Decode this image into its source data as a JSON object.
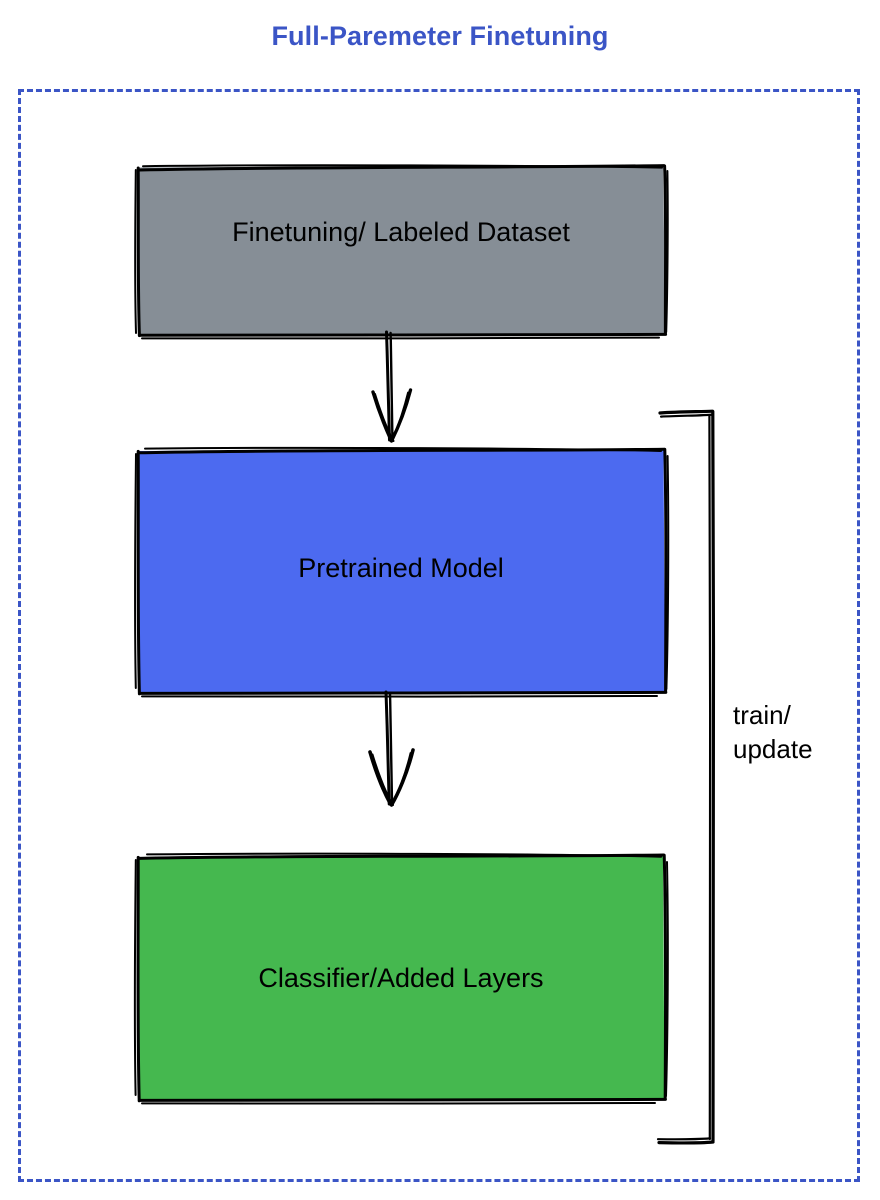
{
  "title": "Full-Paremeter Finetuning",
  "colors": {
    "title": "#3b55c6",
    "frame_border": "#3b55c6",
    "dataset_fill": "#868e96",
    "pretrained_fill": "#4c6af0",
    "classifier_fill": "#45b84f",
    "stroke": "#000000",
    "label_text": "#000000"
  },
  "nodes": [
    {
      "id": "dataset",
      "label": "Finetuning/ Labeled Dataset",
      "fill": "#868e96",
      "role": "input-data"
    },
    {
      "id": "pretrained",
      "label": "Pretrained Model",
      "fill": "#4c6af0",
      "role": "base-model"
    },
    {
      "id": "classifier",
      "label": "Classifier/Added Layers",
      "fill": "#45b84f",
      "role": "head-layers"
    }
  ],
  "connectors": [
    {
      "id": "dataset-to-pretrained",
      "from": "dataset",
      "to": "pretrained",
      "label": "",
      "style": "arrow-down"
    },
    {
      "id": "pretrained-to-classifier",
      "from": "pretrained",
      "to": "classifier",
      "label": "",
      "style": "arrow-down"
    },
    {
      "id": "classifier-to-pretrained-loop",
      "from": "classifier",
      "to": "pretrained",
      "label": "train/\nupdate",
      "style": "bracket-loop"
    }
  ],
  "loop_label": "train/\nupdate",
  "icons": {
    "arrow": "arrow-down-icon",
    "loop": "feedback-loop-icon"
  }
}
